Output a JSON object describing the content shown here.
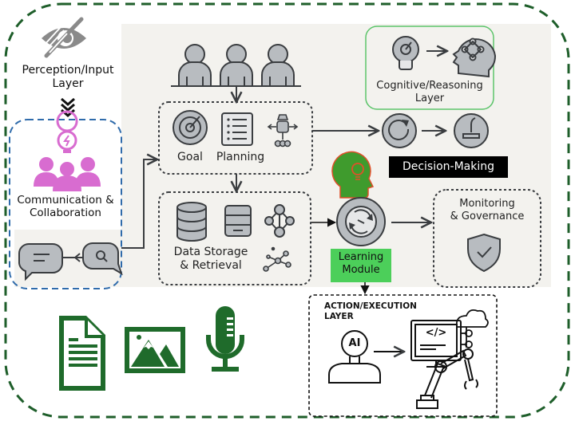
{
  "diagram": {
    "perception_layer": {
      "line1": "Perception/Input",
      "line2": "Layer",
      "icon": "eye-slash-icon"
    },
    "communication": {
      "line1": "Communication &",
      "line2": "Collaboration",
      "icon": "team-idea-icon"
    },
    "goal_planning": {
      "goal_label": "Goal",
      "planning_label": "Planning"
    },
    "cognitive_layer": {
      "line1": "Cognitive/Reasoning",
      "line2": "Layer"
    },
    "decision_making": {
      "label": "Decision-Making"
    },
    "data_storage": {
      "line1": "Data Storage",
      "line2": "& Retrieval"
    },
    "learning_module": {
      "line1": "Learning",
      "line2": "Module"
    },
    "monitoring": {
      "line1": "Monitoring",
      "line2": "& Governance"
    },
    "action_layer": {
      "line1": "ACTION/EXECUTION",
      "line2": "LAYER",
      "ai_label": "AI",
      "code_glyph": "</>"
    },
    "input_modalities": [
      "document-icon",
      "image-icon",
      "microphone-icon"
    ],
    "colors": {
      "outer_frame": "#1e5e2a",
      "communication_frame": "#2f6bab",
      "cognitive_frame": "#5cc46a",
      "panel_bg": "#f3f2ee",
      "icon_fill": "#b8bcc0",
      "icon_stroke": "#3a3d40",
      "learning_module_bg": "#4ccf5a",
      "decision_bg": "#000000",
      "people_pink": "#d86cd0",
      "head_green": "#3f9b2d",
      "head_outline": "#e0502a",
      "modality_green": "#1f6b2b"
    }
  }
}
